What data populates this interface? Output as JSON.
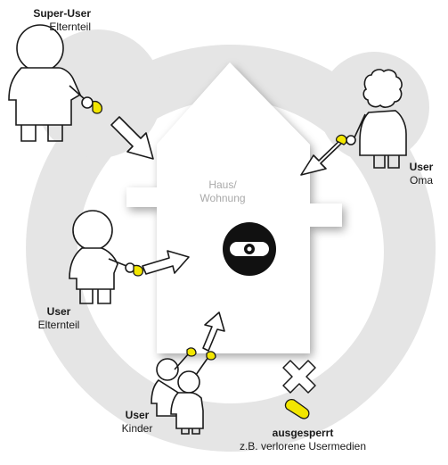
{
  "house": {
    "line1": "Haus/",
    "line2": "Wohnung"
  },
  "roles": {
    "super_user": {
      "title": "Super-User",
      "subtitle": "Elternteil"
    },
    "user_oma": {
      "title": "User",
      "subtitle": "Oma"
    },
    "user_parent": {
      "title": "User",
      "subtitle": "Elternteil"
    },
    "user_kids": {
      "title": "User",
      "subtitle": "Kinder"
    },
    "locked": {
      "title": "ausgesperrt",
      "subtitle": "z.B. verlorene Usermedien"
    }
  },
  "colors": {
    "ring": "#e5e5e5",
    "house": "#ffffff",
    "key_yellow": "#f2e600",
    "outline": "#1a1a1a",
    "house_text": "#a9a9a9"
  }
}
